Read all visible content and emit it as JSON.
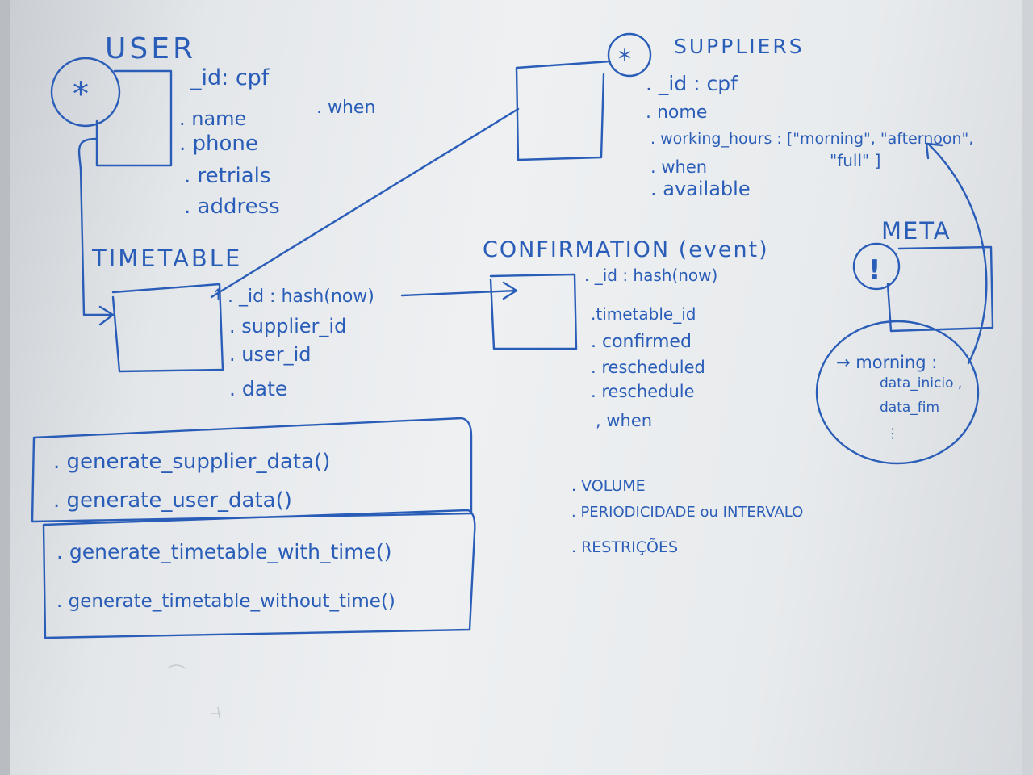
{
  "user": {
    "title": "USER",
    "fields": [
      "_id: cpf",
      ". name",
      ". phone",
      ". retrials",
      ". address"
    ],
    "extra": ". when"
  },
  "suppliers": {
    "title": "SUPPLIERS",
    "fields": [
      ". _id : cpf",
      ". nome",
      ". working_hours : [\"morning\", \"afternoon\",",
      ". when",
      ". available"
    ],
    "working_hours_cont": "\"full\" ]"
  },
  "timetable": {
    "title": "TIMETABLE",
    "fields": [
      ". _id : hash(now)",
      ". supplier_id",
      ". user_id",
      ". date"
    ]
  },
  "confirmation": {
    "title": "CONFIRMATION (event)",
    "fields": [
      ". _id : hash(now)",
      ".timetable_id",
      ". confirmed",
      ". rescheduled",
      ". reschedule",
      ", when"
    ]
  },
  "meta": {
    "title": "META",
    "icon_mark": "!",
    "circle_lines": [
      "→ morning :",
      "data_inicio ,",
      "data_fim",
      "⋮"
    ]
  },
  "functions": {
    "group_a": [
      ". generate_supplier_data()",
      ". generate_user_data()"
    ],
    "group_b": [
      ". generate_timetable_with_time()",
      ". generate_timetable_without_time()"
    ]
  },
  "notes": [
    ". VOLUME",
    ". PERIODICIDADE ou INTERVALO",
    ". RESTRIÇÕES"
  ],
  "colors": {
    "ink": "#2a5db8",
    "board": "#eef0f2"
  },
  "icons": {
    "entity_marker": "asterisk-icon",
    "meta_marker": "exclamation-icon"
  }
}
